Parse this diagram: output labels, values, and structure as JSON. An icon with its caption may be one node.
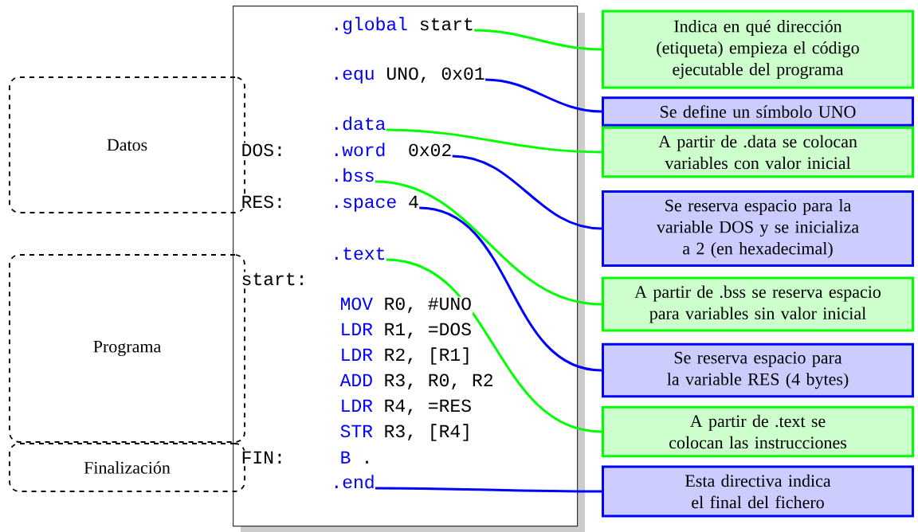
{
  "diagram": {
    "nodes": [
      {
        "text": [],
        "shape": "box"
      },
      {
        "text": [
          ".global",
          "start"
        ],
        "in": 0
      },
      {
        "text": [
          ".equ",
          "UNO, 0x01"
        ],
        "in": 0
      },
      {
        "text": [
          ".data"
        ],
        "in": 0
      },
      {
        "text": [
          ".word",
          "0x02"
        ],
        "in": 0
      },
      {
        "text": [
          ".bss"
        ],
        "in": 0
      },
      {
        "text": [
          ".space",
          "4"
        ],
        "in": 0
      },
      {
        "text": [
          ".text"
        ],
        "in": 0
      },
      {
        "text": [
          ".end"
        ],
        "in": 0
      },
      {
        "text": [
          "Datos"
        ]
      },
      {
        "text": [
          "Programa"
        ]
      },
      {
        "text": [
          "Finalización"
        ]
      },
      {
        "text": [
          "Indica en qué dirección (etiqueta) empieza el código ejecutable del programa"
        ]
      },
      {
        "text": [
          "Se define un símbolo UNO"
        ]
      },
      {
        "text": [
          "A partir de .data se colocan variables con valor inicial"
        ]
      },
      {
        "text": [
          "Se reserva espacio para la variable DOS y se inicializa a 2 (en hexadecimal)"
        ]
      },
      {
        "text": [
          "A partir de .bss se reserva espacio para variables sin valor inicial"
        ]
      },
      {
        "text": [
          "Se reserva espacio para la variable RES (4 bytes)"
        ]
      },
      {
        "text": [
          "A partir de .text se colocan las instrucciones"
        ]
      },
      {
        "text": [
          "Esta directiva indica el final del fichero"
        ]
      }
    ],
    "edges": [
      {
        "from": 1,
        "to": 12,
        "arrow": "none",
        "color": "#00ff00"
      },
      {
        "from": 2,
        "to": 13,
        "arrow": "none",
        "color": "#0000ff"
      },
      {
        "from": 3,
        "to": 14,
        "arrow": "none",
        "color": "#00ff00"
      },
      {
        "from": 4,
        "to": 15,
        "arrow": "none",
        "color": "#0000ff"
      },
      {
        "from": 5,
        "to": 16,
        "arrow": "none",
        "color": "#00ff00"
      },
      {
        "from": 6,
        "to": 17,
        "arrow": "none",
        "color": "#0000ff"
      },
      {
        "from": 7,
        "to": 18,
        "arrow": "none",
        "color": "#00ff00"
      },
      {
        "from": 8,
        "to": 19,
        "arrow": "none",
        "color": "#0000ff"
      }
    ],
    "labels": [
      "DOS:",
      "RES:",
      "start:",
      "MOV",
      "R0, #UNO",
      "LDR",
      "R1, =DOS",
      "LDR",
      "R2, [R1]",
      "ADD",
      "R3, R0, R2",
      "LDR",
      "R4, =RES",
      "STR",
      "R3, [R4]",
      "FIN:",
      "B",
      "."
    ]
  }
}
